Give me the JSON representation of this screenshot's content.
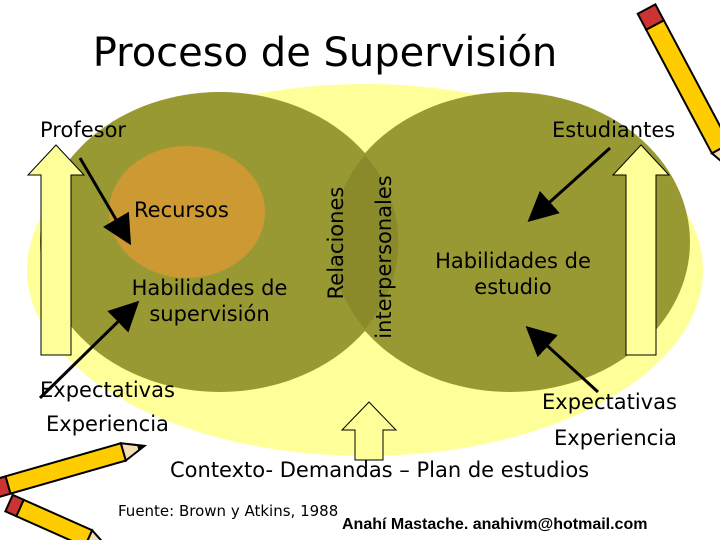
{
  "title": "Proceso de Supervisión",
  "labels": {
    "profesor": "Profesor",
    "estudiantes": "Estudiantes",
    "recursos": "Recursos",
    "habilidades_supervision": [
      "Habilidades de",
      "supervisión"
    ],
    "relaciones": "Relaciones",
    "interpersonales": "interpersonales",
    "habilidades_estudio": [
      "Habilidades de",
      "estudio"
    ],
    "expectativas_left": "Expectativas",
    "experiencia_left": "Experiencia",
    "expectativas_right": "Expectativas",
    "experiencia_right": "Experiencia",
    "contexto": "Contexto- Demandas – Plan de estudios"
  },
  "footer": {
    "source": "Fuente: Brown y Atkins, 1988",
    "author": "Anahí Mastache. anahivm@hotmail.com"
  },
  "colors": {
    "outer_ellipse": "#ffff99",
    "left_circle": "#999933",
    "right_circle": "#999933",
    "recursos_circle": "#cc9933",
    "arrow_fill": "#ffff99",
    "pencil_yellow": "#ffcc00"
  },
  "icons": [
    "pencil-icon",
    "pencils-icon"
  ]
}
